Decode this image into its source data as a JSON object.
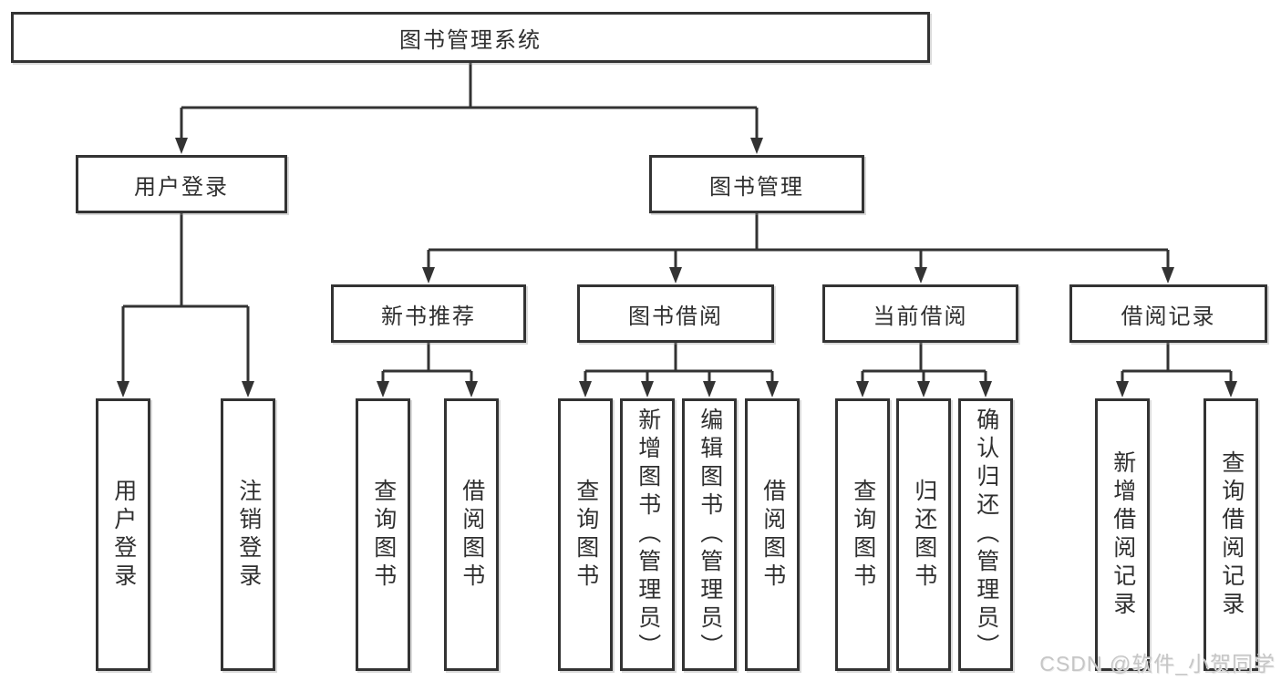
{
  "tree": {
    "label": "图书管理系统",
    "children": [
      {
        "label": "用户登录",
        "children": [
          {
            "label": "用户登录"
          },
          {
            "label": "注销登录"
          }
        ]
      },
      {
        "label": "图书管理",
        "children": [
          {
            "label": "新书推荐",
            "children": [
              {
                "label": "查询图书"
              },
              {
                "label": "借阅图书"
              }
            ]
          },
          {
            "label": "图书借阅",
            "children": [
              {
                "label": "查询图书"
              },
              {
                "label": "新增图书（管理员）"
              },
              {
                "label": "编辑图书（管理员）"
              },
              {
                "label": "借阅图书"
              }
            ]
          },
          {
            "label": "当前借阅",
            "children": [
              {
                "label": "查询图书"
              },
              {
                "label": "归还图书"
              },
              {
                "label": "确认归还（管理员）"
              }
            ]
          },
          {
            "label": "借阅记录",
            "children": [
              {
                "label": "新增借阅记录"
              },
              {
                "label": "查询借阅记录"
              }
            ]
          }
        ]
      }
    ]
  },
  "watermark": {
    "text": "CSDN @软件_小贺同学"
  },
  "colors": {
    "line": "#333333",
    "text": "#2f2f2f",
    "box_background": "#ffffff",
    "page_background": "#ffffff",
    "watermark": "#c6c6c6"
  }
}
